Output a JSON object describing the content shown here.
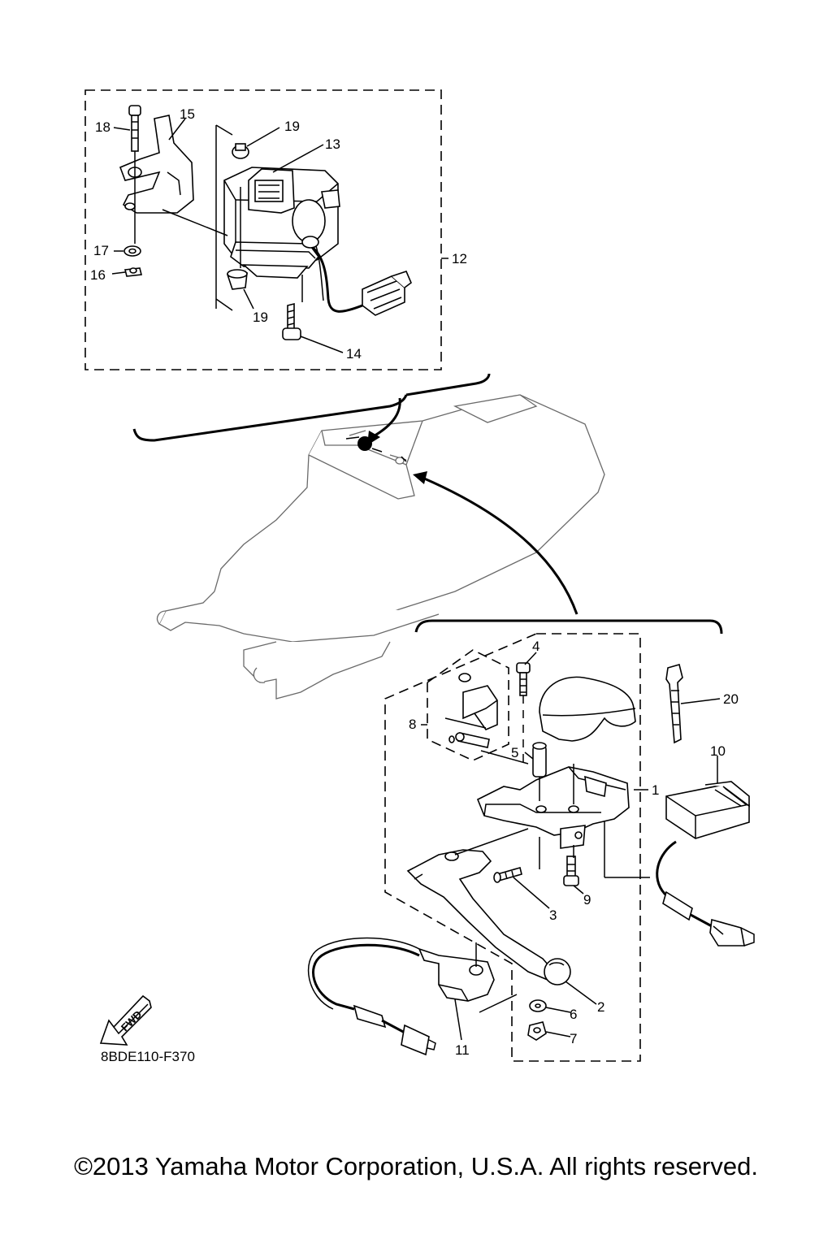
{
  "diagram": {
    "callouts": {
      "p1": "1",
      "p2": "2",
      "p3": "3",
      "p4": "4",
      "p5": "5",
      "p6": "6",
      "p7": "7",
      "p8": "8",
      "p9": "9",
      "p10": "10",
      "p11": "11",
      "p12": "12",
      "p13": "13",
      "p14": "14",
      "p15": "15",
      "p16": "16",
      "p17": "17",
      "p18": "18",
      "p19a": "19",
      "p19b": "19",
      "p20": "20"
    },
    "fwd_label": "FWD",
    "drawing_code": "8BDE110-F370",
    "copyright": "©2013 Yamaha Motor Corporation, U.S.A. All rights reserved."
  }
}
